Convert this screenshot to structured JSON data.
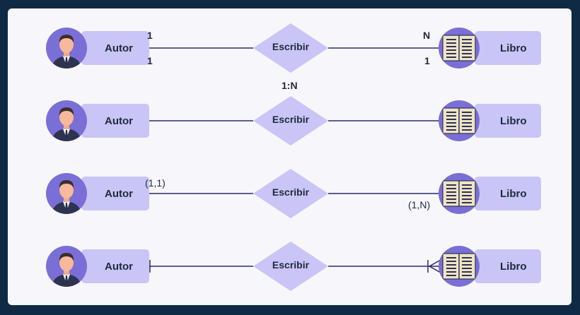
{
  "entities": {
    "left_label": "Autor",
    "right_label": "Libro"
  },
  "relationship": {
    "label": "Escribir"
  },
  "rows": [
    {
      "notation": "numeric",
      "left_top": "1",
      "left_bottom": "1",
      "right_top": "N",
      "right_bottom": "1",
      "below_caption": "1:N"
    },
    {
      "notation": "plain"
    },
    {
      "notation": "min-max",
      "left_label": "(1,1)",
      "right_label": "(1,N)"
    },
    {
      "notation": "crows-foot",
      "left_symbol": "exactly-one",
      "right_symbol": "one-or-many"
    }
  ],
  "colors": {
    "frame": "#0f2a45",
    "background": "#f7f6fb",
    "entity_fill": "#c9c5f7",
    "relationship_fill": "#c9c5f7",
    "avatar_circle": "#7a6fd7",
    "line": "#2c2a6b",
    "text": "#1f2a3c"
  },
  "icons": {
    "left": "person-in-suit-icon",
    "right": "open-book-icon"
  }
}
